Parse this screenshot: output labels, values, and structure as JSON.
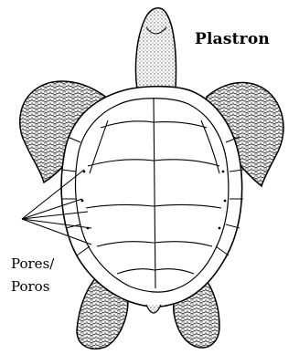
{
  "diagram": {
    "title": "Plastron",
    "pores_label_line1": "Pores/",
    "pores_label_line2": "Poros",
    "colors": {
      "stroke": "#000000",
      "stipple_fill": "#bdbdbd",
      "background": "#ffffff"
    }
  }
}
